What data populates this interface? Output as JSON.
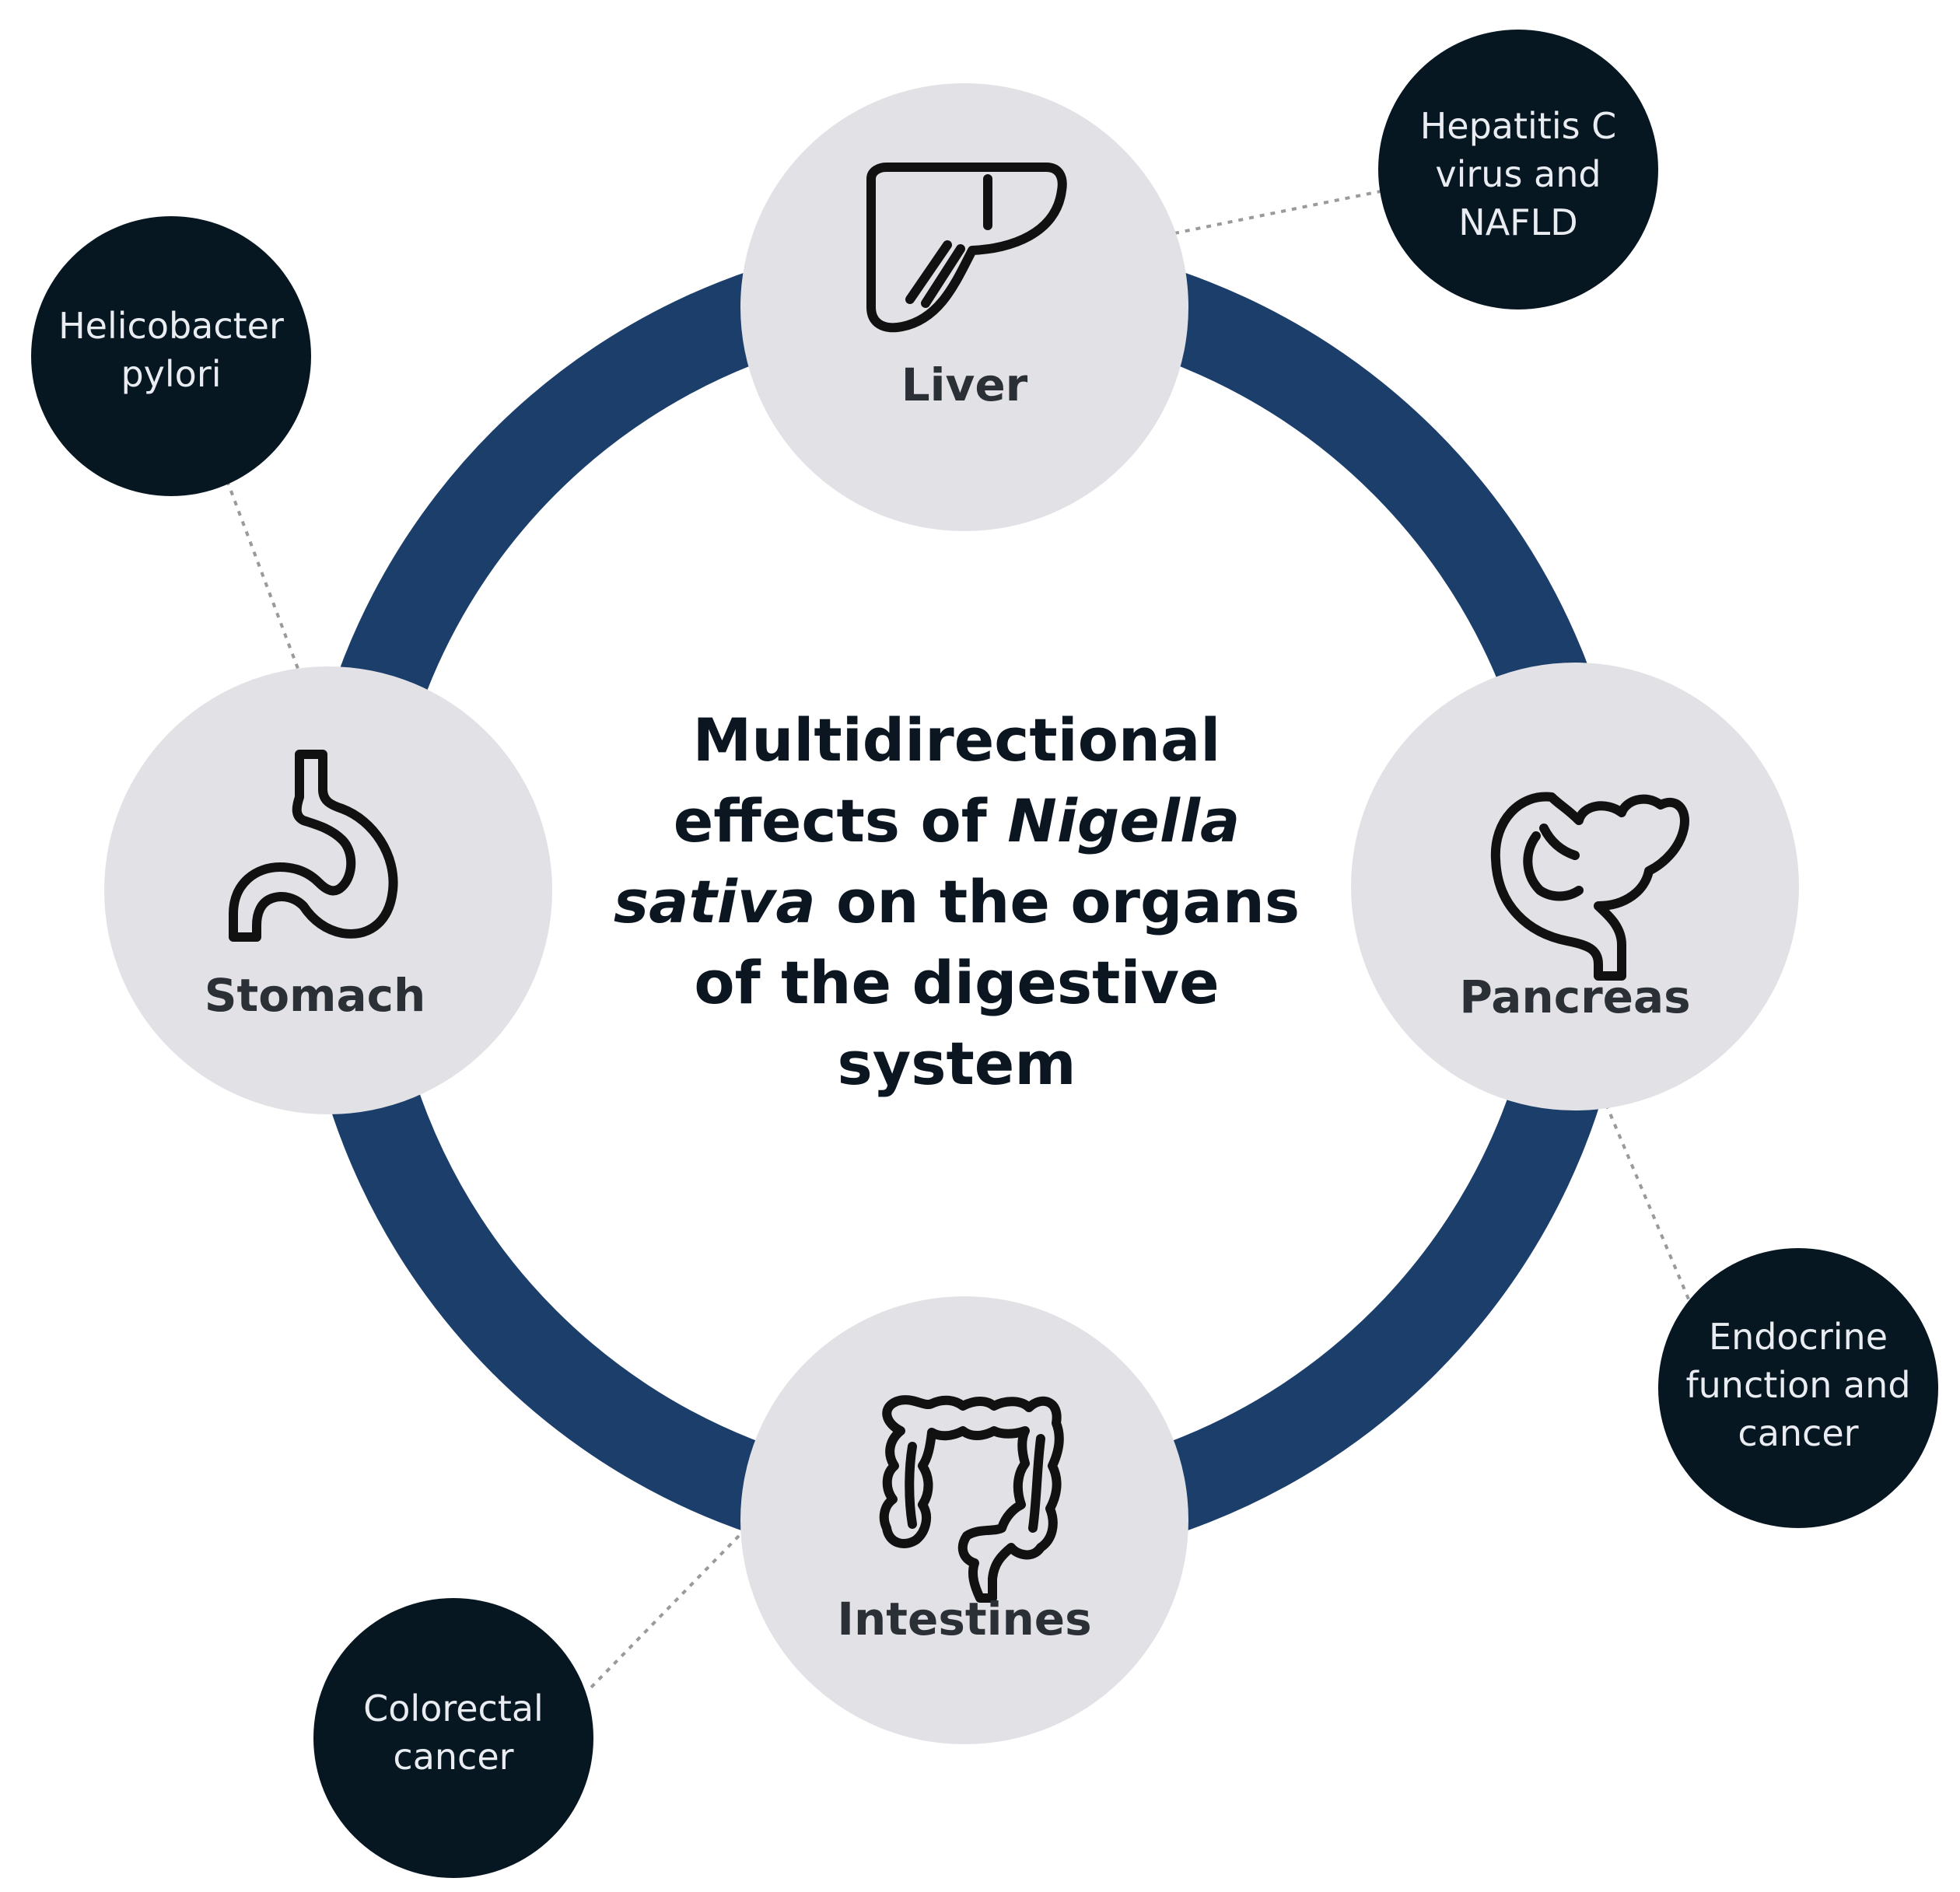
{
  "colors": {
    "ring": "#1b3e6b",
    "organ_bg": "#e2e2e6",
    "dark_node": "#071722",
    "dotted_line": "#9a9a9a"
  },
  "center": {
    "line1": "Multidirectional",
    "line2_normal": "effects of ",
    "line2_italic": "Nigella",
    "line3_italic": "sativa",
    "line3_normal": " on the organs",
    "line4": "of the digestive",
    "line5": "system"
  },
  "organs": {
    "liver": {
      "label": "Liver",
      "icon": "liver-icon"
    },
    "stomach": {
      "label": "Stomach",
      "icon": "stomach-icon"
    },
    "pancreas": {
      "label": "Pancreas",
      "icon": "pancreas-icon"
    },
    "intestines": {
      "label": "Intestines",
      "icon": "intestines-icon"
    }
  },
  "effects": {
    "liver": {
      "lines": [
        "Hepatitis C",
        "virus and",
        "NAFLD"
      ]
    },
    "stomach": {
      "lines": [
        "Helicobacter",
        "pylori"
      ]
    },
    "pancreas": {
      "lines": [
        "Endocrine",
        "function and",
        "cancer"
      ]
    },
    "intestines": {
      "lines": [
        "Colorectal",
        "cancer"
      ]
    }
  }
}
